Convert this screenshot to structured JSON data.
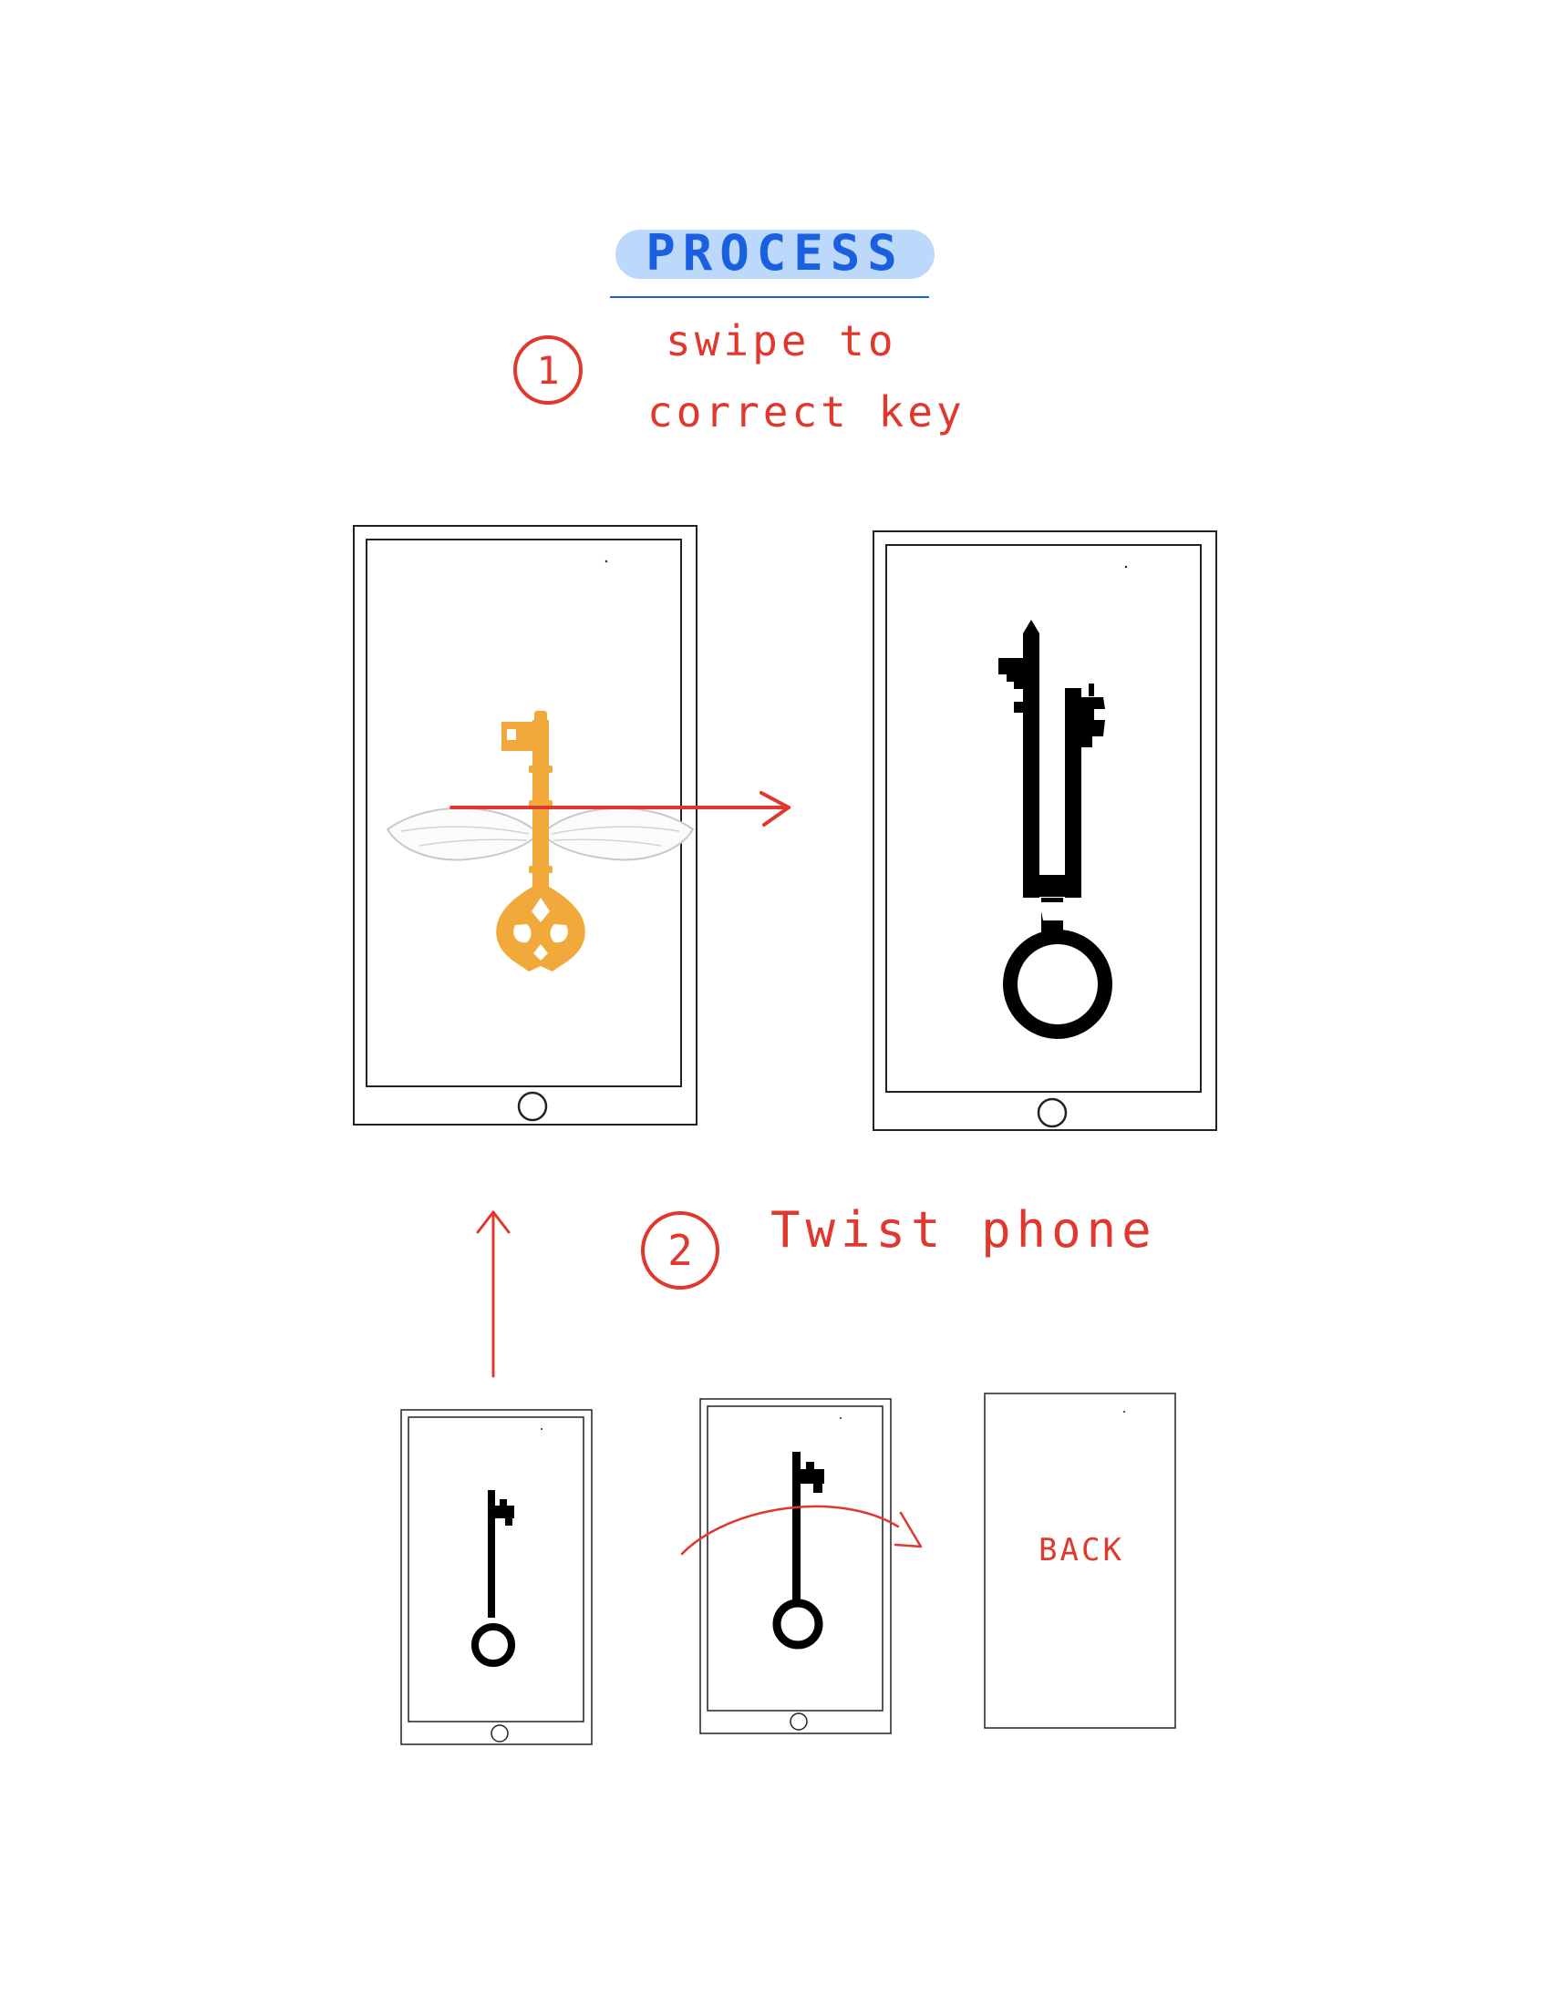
{
  "title": "PROCESS",
  "step1": {
    "number": "1",
    "line1": "swipe to",
    "line2": "correct key"
  },
  "step2": {
    "number": "2",
    "label": "Twist phone"
  },
  "back_label": "BACK",
  "colors": {
    "ink_red": "#e0382c",
    "ink_blue": "#1a5fe0",
    "title_pill": "#bcd8fb",
    "key_gold": "#f0a93a",
    "key_black": "#000000",
    "wing_gray": "#c8c8c8"
  },
  "icons": {
    "winged_key": "winged-gold-key-icon",
    "skeleton_key": "black-skeleton-key-icon",
    "home_button": "home-button-icon"
  }
}
